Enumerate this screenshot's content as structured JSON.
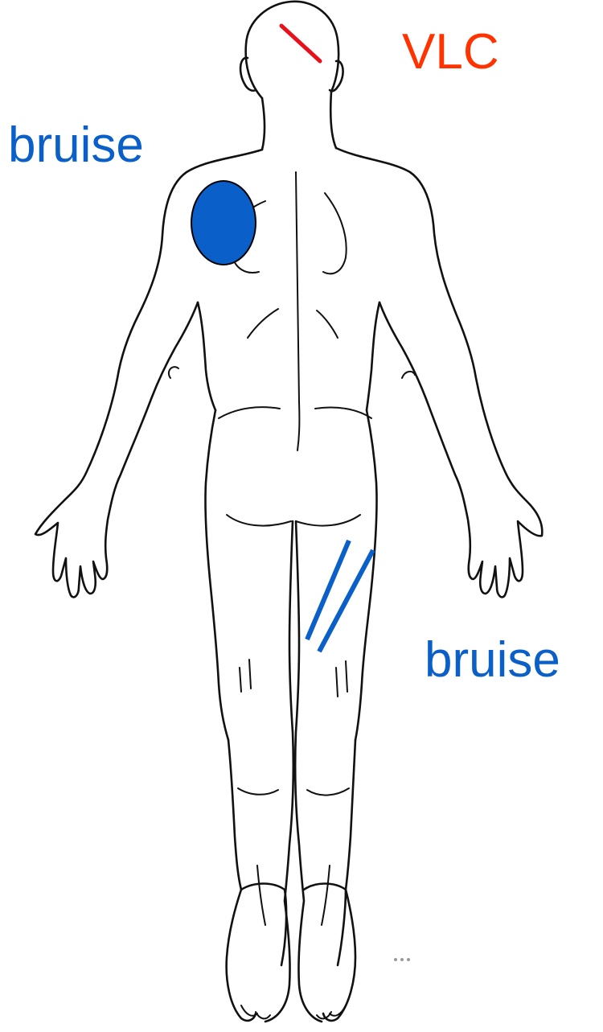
{
  "annotations": [
    {
      "id": "vlc",
      "label": "VLC",
      "color": "#ff3300",
      "mark_color": "#e8101a",
      "mark": "line",
      "body_region": "scalp"
    },
    {
      "id": "bruise-shoulder",
      "label": "bruise",
      "color": "#0a5fc8",
      "mark_color": "#0a5fc8",
      "mark": "filled-ellipse",
      "body_region": "left upper back"
    },
    {
      "id": "bruise-thigh",
      "label": "bruise",
      "color": "#0a5fc8",
      "mark_color": "#0a5fc8",
      "mark": "parallel-lines",
      "body_region": "right posterior thigh"
    }
  ],
  "colors": {
    "outline": "#111111",
    "background": "#ffffff"
  }
}
